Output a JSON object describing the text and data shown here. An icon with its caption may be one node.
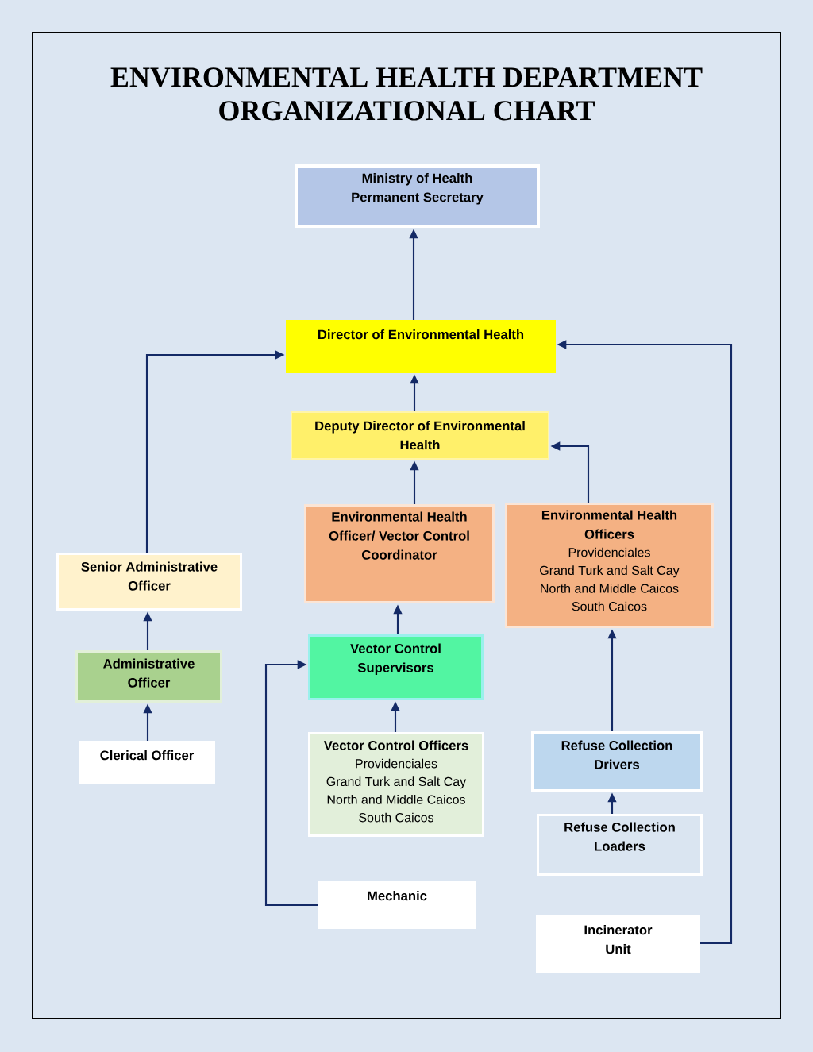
{
  "diagram": {
    "title": "ENVIRONMENTAL HEALTH DEPARTMENT ORGANIZATIONAL CHART",
    "nodes": [
      {
        "text": [
          "Ministry of Health Permanent Secretary"
        ]
      },
      {
        "text": [
          "Director of Environmental Health"
        ]
      },
      {
        "text": [
          "Deputy Director of Environmental Health"
        ]
      },
      {
        "text": [
          "Environmental Health Officer/ Vector Control Coordinator"
        ]
      },
      {
        "text": [
          "Environmental Health Officers",
          "Providenciales",
          "Grand Turk and Salt Cay",
          "North and Middle Caicos",
          "South Caicos"
        ]
      },
      {
        "text": [
          "Senior Administrative Officer"
        ]
      },
      {
        "text": [
          "Vector Control Supervisors"
        ]
      },
      {
        "text": [
          "Administrative Officer"
        ]
      },
      {
        "text": [
          "Vector Control Officers",
          "Providenciales",
          "Grand Turk and Salt Cay",
          "North and Middle Caicos",
          "South Caicos"
        ]
      },
      {
        "text": [
          "Clerical Officer"
        ]
      },
      {
        "text": [
          "Refuse Collection Drivers"
        ]
      },
      {
        "text": [
          "Refuse Collection Loaders"
        ]
      },
      {
        "text": [
          "Mechanic"
        ]
      },
      {
        "text": [
          "Incinerator Unit"
        ]
      }
    ],
    "edges": [
      {
        "from": 1,
        "to": 0,
        "arrow": "to"
      },
      {
        "from": 2,
        "to": 1,
        "arrow": "to"
      },
      {
        "from": 3,
        "to": 2,
        "arrow": "to"
      },
      {
        "from": 4,
        "to": 2,
        "arrow": "to"
      },
      {
        "from": 5,
        "to": 1,
        "arrow": "to"
      },
      {
        "from": 6,
        "to": 3,
        "arrow": "to"
      },
      {
        "from": 7,
        "to": 5,
        "arrow": "to"
      },
      {
        "from": 8,
        "to": 6,
        "arrow": "to"
      },
      {
        "from": 9,
        "to": 7,
        "arrow": "to"
      },
      {
        "from": 10,
        "to": 4,
        "arrow": "to"
      },
      {
        "from": 11,
        "to": 10,
        "arrow": "to"
      },
      {
        "from": 12,
        "to": 6,
        "arrow": "to"
      },
      {
        "from": 13,
        "to": 1,
        "arrow": "to"
      }
    ]
  }
}
